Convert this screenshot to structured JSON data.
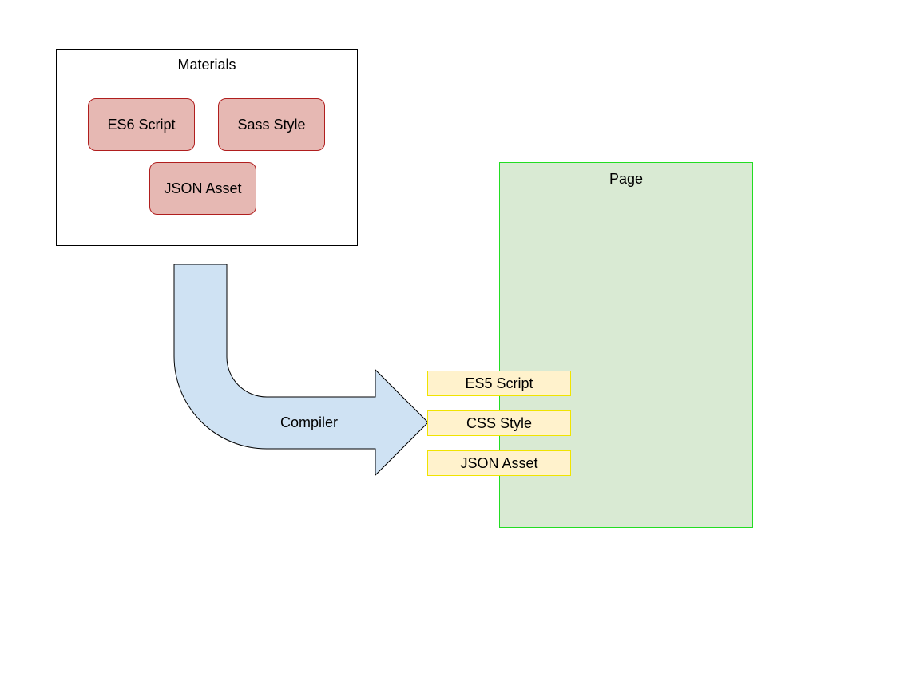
{
  "materials": {
    "title": "Materials",
    "items": [
      {
        "label": "ES6 Script"
      },
      {
        "label": "Sass Style"
      },
      {
        "label": "JSON Asset"
      }
    ]
  },
  "compiler": {
    "label": "Compiler"
  },
  "page": {
    "title": "Page",
    "items": [
      {
        "label": "ES5 Script"
      },
      {
        "label": "CSS Style"
      },
      {
        "label": "JSON Asset"
      }
    ]
  },
  "colors": {
    "source_fill": "#e6b8b3",
    "source_border": "#b01e1e",
    "arrow_fill": "#cfe2f3",
    "page_fill": "#d9ead3",
    "page_border": "#22dd22",
    "output_fill": "#fff2cc",
    "output_border": "#f0e400"
  }
}
